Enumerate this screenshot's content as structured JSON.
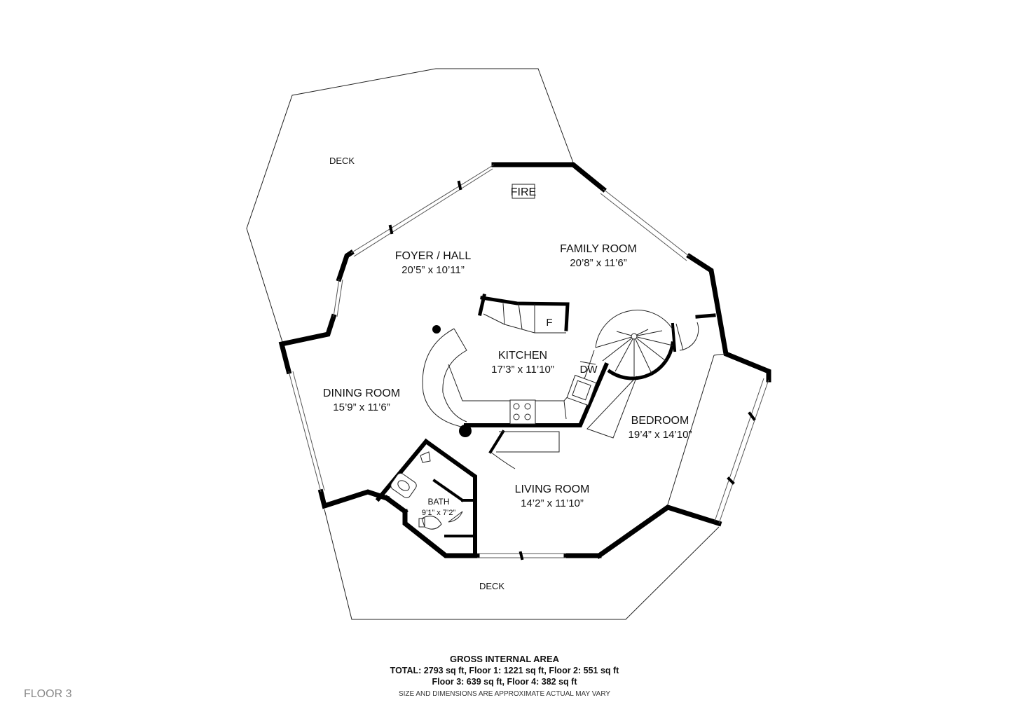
{
  "plan": {
    "rooms": {
      "foyer": {
        "name": "FOYER / HALL",
        "dims": "20’5” x 10’11”"
      },
      "family": {
        "name": "FAMILY ROOM",
        "dims": "20’8” x 11’6”"
      },
      "kitchen": {
        "name": "KITCHEN",
        "dims": "17’3” x 11’10”"
      },
      "dining": {
        "name": "DINING ROOM",
        "dims": "15’9” x 11’6”"
      },
      "bedroom": {
        "name": "BEDROOM",
        "dims": "19’4” x 14’10”"
      },
      "living": {
        "name": "LIVING ROOM",
        "dims": "14’2” x 11’10”"
      },
      "bath": {
        "name": "BATH",
        "dims": "9’1” x 7’2”"
      }
    },
    "decks": {
      "top": "DECK",
      "bottom": "DECK"
    },
    "fixtures": {
      "fireplace": "FIRE",
      "fridge": "F",
      "dishwasher": "DW"
    }
  },
  "footer": {
    "title": "GROSS INTERNAL AREA",
    "line1": "TOTAL: 2793 sq ft, Floor 1: 1221 sq ft, Floor 2: 551 sq ft",
    "line2": "Floor 3: 639 sq ft, Floor 4: 382 sq ft",
    "disclaimer": "SIZE AND DIMENSIONS ARE APPROXIMATE ACTUAL MAY VARY"
  },
  "floor_label": "FLOOR 3"
}
